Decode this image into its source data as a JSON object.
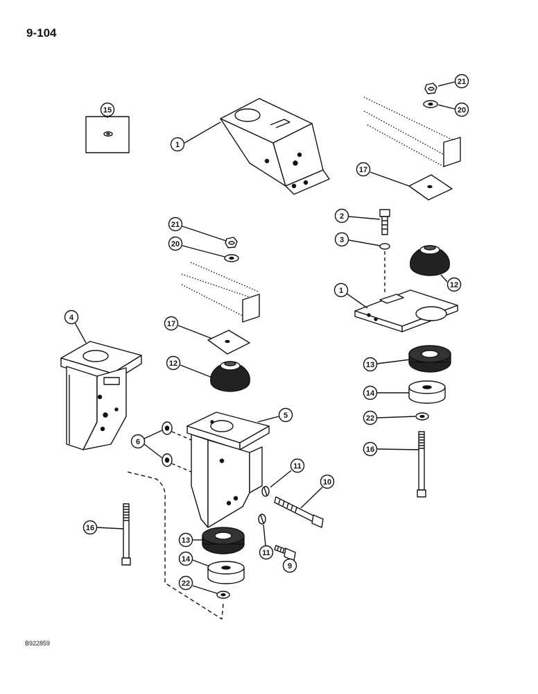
{
  "page": {
    "number": "9-104",
    "figure_code": "B922859"
  },
  "callouts": [
    {
      "label": "15"
    },
    {
      "label": "1"
    },
    {
      "label": "21"
    },
    {
      "label": "20"
    },
    {
      "label": "17"
    },
    {
      "label": "21"
    },
    {
      "label": "20"
    },
    {
      "label": "2"
    },
    {
      "label": "3"
    },
    {
      "label": "12"
    },
    {
      "label": "1"
    },
    {
      "label": "4"
    },
    {
      "label": "17"
    },
    {
      "label": "12"
    },
    {
      "label": "13"
    },
    {
      "label": "14"
    },
    {
      "label": "22"
    },
    {
      "label": "5"
    },
    {
      "label": "6"
    },
    {
      "label": "16"
    },
    {
      "label": "11"
    },
    {
      "label": "10"
    },
    {
      "label": "16"
    },
    {
      "label": "11"
    },
    {
      "label": "13"
    },
    {
      "label": "9"
    },
    {
      "label": "14"
    },
    {
      "label": "22"
    }
  ]
}
